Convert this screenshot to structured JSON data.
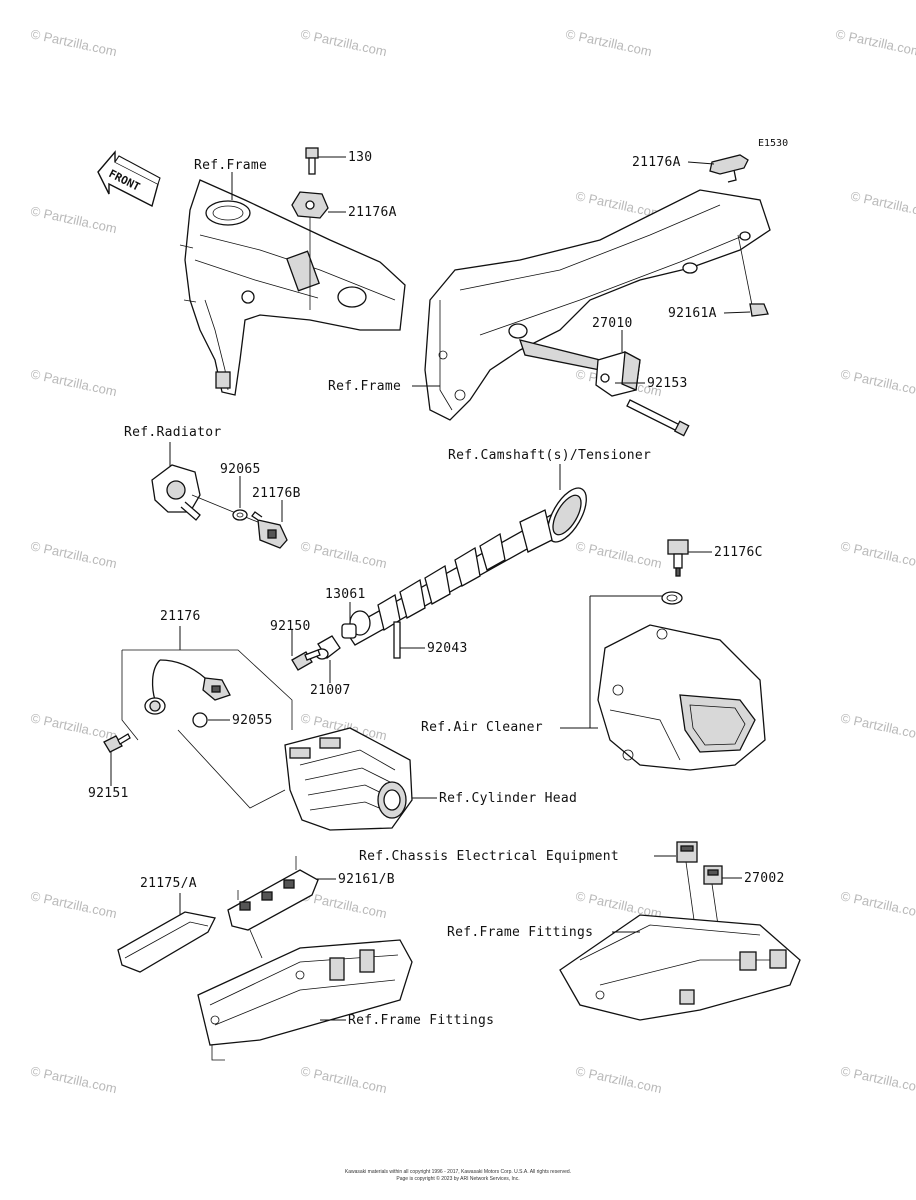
{
  "diagram_code": "E1530",
  "front_label": "FRONT",
  "watermark": "© Partzilla.com",
  "copyright_line1": "Kawasaki materials within all copyright 1996 - 2017, Kawasaki Motors Corp. U.S.A. All rights reserved.",
  "copyright_line2": "Page is copyright © 2023 by ARI Network Services, Inc.",
  "labels": {
    "ref_frame_top": "Ref.Frame",
    "p130": "130",
    "p21176A_left": "21176A",
    "p21176A_right": "21176A",
    "p92161A": "92161A",
    "p27010": "27010",
    "p92153": "92153",
    "ref_frame_mid": "Ref.Frame",
    "ref_radiator": "Ref.Radiator",
    "p92065": "92065",
    "p21176B": "21176B",
    "ref_camshaft": "Ref.Camshaft(s)/Tensioner",
    "p21176C": "21176C",
    "p13061": "13061",
    "p92150": "92150",
    "p92043": "92043",
    "p21007": "21007",
    "p21176": "21176",
    "p92055": "92055",
    "p92151": "92151",
    "ref_air_cleaner": "Ref.Air Cleaner",
    "ref_cylinder_head": "Ref.Cylinder Head",
    "ref_chassis": "Ref.Chassis Electrical Equipment",
    "p27002": "27002",
    "p21175A": "21175/A",
    "p92161B": "92161/B",
    "ref_frame_fittings_right": "Ref.Frame Fittings",
    "ref_frame_fittings_bottom": "Ref.Frame Fittings"
  }
}
